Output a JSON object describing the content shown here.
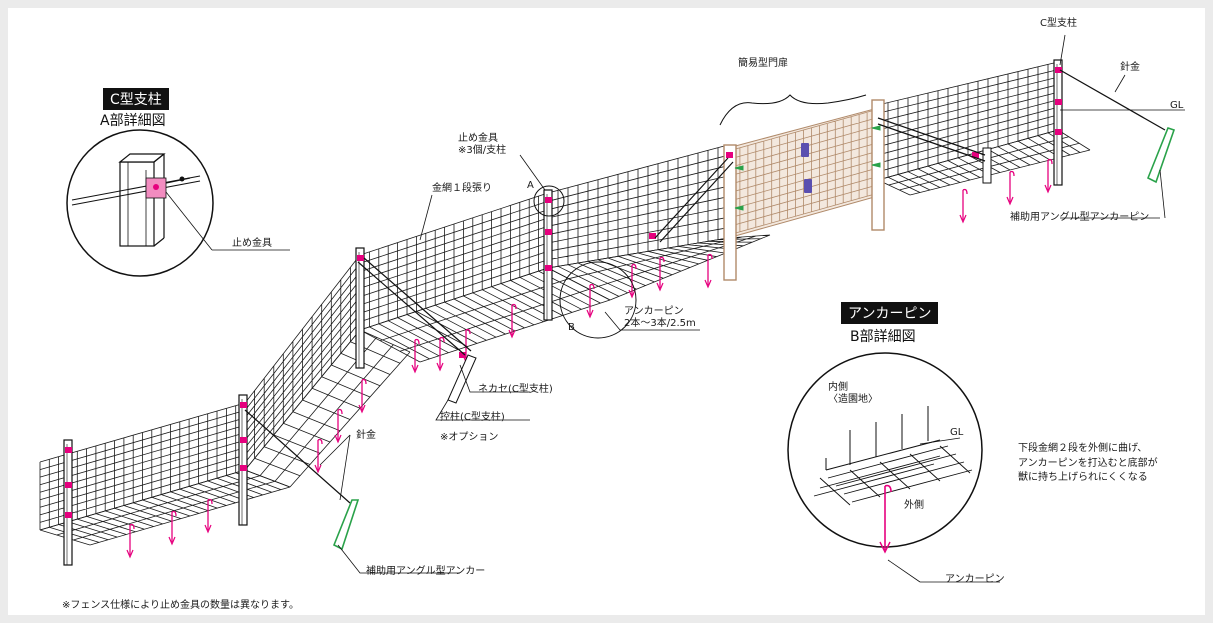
{
  "colors": {
    "background": "#ebebeb",
    "panel": "#ffffff",
    "fixture": "#e6007e",
    "anchor": "#2aa24a",
    "gate": "#b08a6a",
    "gate_panel": "#c9a88a",
    "gate_fitting": "#5a4fb0",
    "line": "#1a1a1a"
  },
  "detail_a": {
    "header": "C型支柱",
    "title": "A部詳細図",
    "label_fitting": "止め金具"
  },
  "detail_b": {
    "header": "アンカーピン",
    "title": "B部詳細図",
    "label_inside": "内側\n〈造園地〉",
    "label_gl": "GL",
    "label_outside": "外側",
    "label_pin": "アンカーピン",
    "note": "下段金網２段を外側に曲げ、\nアンカーピンを打込むと底部が\n獣に持ち上げられにくくなる"
  },
  "labels": {
    "c_post_top": "C型支柱",
    "wire_right": "針金",
    "gl_right": "GL",
    "gate": "簡易型門扉",
    "stop_fitting": "止め金具\n※3個/支柱",
    "mesh_single": "金網１段張り",
    "marker_a": "A",
    "marker_b": "B",
    "anchor_pin_spec": "アンカーピン\n2本〜3本/2.5m",
    "nekase": "ネカセ(C型支柱)",
    "brace": "控柱(C型支柱)",
    "option": "※オプション",
    "wire_left": "針金",
    "angle_anchor_left": "補助用アングル型アンカー",
    "angle_anchor_pin_right": "補助用アングル型アンカーピン"
  },
  "footnote": "※フェンス仕様により止め金具の数量は異なります。"
}
